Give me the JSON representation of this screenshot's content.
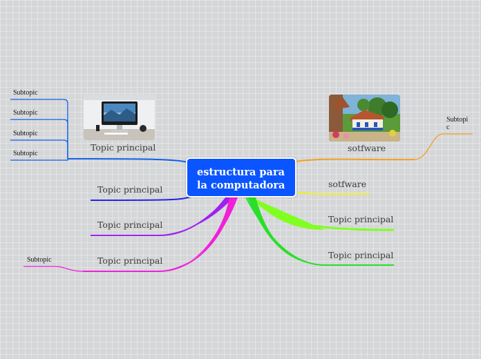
{
  "central": {
    "line1": "estructura para",
    "line2": "la computadora"
  },
  "left": {
    "top_topic": "Topic principal",
    "subtopics": [
      "Subtopic",
      "Subtopic",
      "Subtopic",
      "Subtopic"
    ],
    "topic_2": "Topic principal",
    "topic_3": "Topic principal",
    "topic_4": "Topic principal",
    "topic_4_subtopic": "Subtopic"
  },
  "right": {
    "top_topic": "sotfware",
    "top_subtopic_line1": "Subtopi",
    "top_subtopic_line2": "c",
    "topic_2": "sotfware",
    "topic_3": "Topic principal",
    "topic_4": "Topic principal"
  },
  "colors": {
    "central": "#0a55ff",
    "blue_branch": "#1060e8",
    "orange_branch": "#f4a020",
    "yellow_branch": "#f0f020",
    "green_light": "#80ff20",
    "green": "#28e028",
    "dark_blue": "#2020e8",
    "purple": "#a020f0",
    "magenta": "#f020d8"
  },
  "icons": [
    "computer-monitor-picture",
    "house-painting-picture"
  ]
}
